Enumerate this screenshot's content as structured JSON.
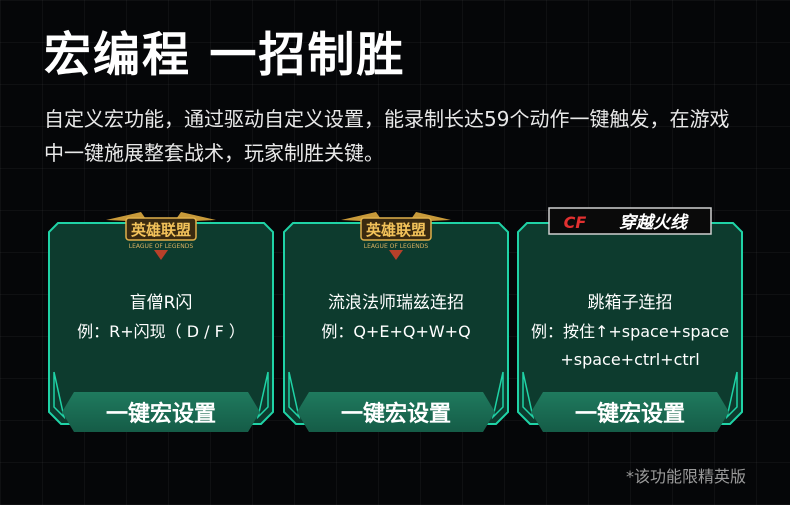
{
  "header": {
    "title": "宏编程 一招制胜",
    "description": "自定义宏功能，通过驱动自定义设置，能录制长达59个动作一键触发，在游戏中一键施展整套战术，玩家制胜关键。"
  },
  "cards": [
    {
      "logo_text": "英雄联盟",
      "logo_sub": "LEAGUE OF LEGENDS",
      "title": "盲僧R闪",
      "example_line1": "例：R+闪现（ D / F ）",
      "example_line2": "",
      "button_label": "一键宏设置"
    },
    {
      "logo_text": "英雄联盟",
      "logo_sub": "LEAGUE OF LEGENDS",
      "title": "流浪法师瑞兹连招",
      "example_line1": "例：Q+E+Q+W+Q",
      "example_line2": "",
      "button_label": "一键宏设置"
    },
    {
      "logo_text": "穿越火线",
      "logo_sub": "CF",
      "title": "跳箱子连招",
      "example_line1": "例：按住↑+space+space",
      "example_line2": "+space+ctrl+ctrl",
      "button_label": "一键宏设置"
    }
  ],
  "footer": {
    "note": "*该功能限精英版"
  },
  "colors": {
    "card_fill": "#0d3b2e",
    "card_border": "#1fd3a6",
    "button_fill": "#1f7a5e",
    "gold": "#e0b04a"
  }
}
